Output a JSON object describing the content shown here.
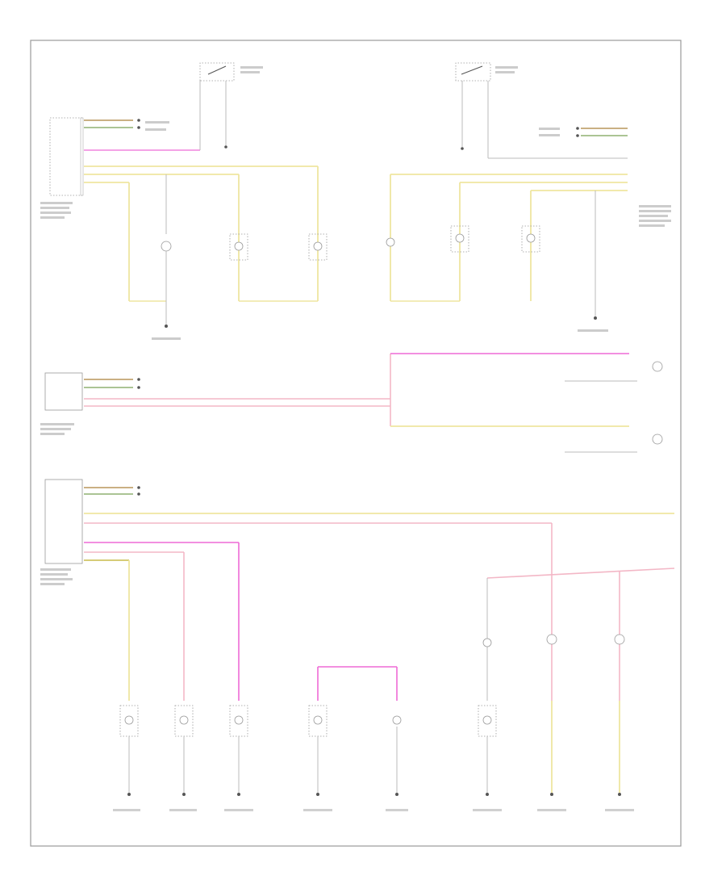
{
  "diagram": {
    "footer_code": "",
    "colors": {
      "frame": "#9a9a9a",
      "wire_yellow": "#efe6a0",
      "wire_yellow_dark": "#c9bc4a",
      "wire_pink": "#f3b7c6",
      "wire_magenta": "#ee6ad6",
      "wire_brown": "#b8965a",
      "wire_green": "#8fb070",
      "wire_gray": "#999999",
      "ink": "#555555"
    },
    "modules": [
      {
        "id": "front-left-module",
        "icon": "control-module-icon"
      },
      {
        "id": "center-module",
        "icon": "control-module-icon"
      },
      {
        "id": "lower-left-module",
        "icon": "control-module-icon"
      }
    ],
    "switches": [
      {
        "id": "switch-top-left",
        "icon": "switch-icon"
      },
      {
        "id": "switch-top-right",
        "icon": "switch-icon"
      }
    ],
    "lamps": [
      {
        "id": "lamp-upper-1",
        "icon": "bulb-icon"
      },
      {
        "id": "lamp-upper-2",
        "icon": "bulb-icon"
      },
      {
        "id": "lamp-upper-3",
        "icon": "bulb-icon"
      },
      {
        "id": "lamp-upper-4",
        "icon": "bulb-icon"
      },
      {
        "id": "lamp-upper-5",
        "icon": "bulb-icon"
      },
      {
        "id": "lamp-upper-6",
        "icon": "bulb-icon"
      },
      {
        "id": "lamp-lower-1",
        "icon": "bulb-icon"
      },
      {
        "id": "lamp-lower-2",
        "icon": "bulb-icon"
      },
      {
        "id": "lamp-lower-3",
        "icon": "bulb-icon"
      },
      {
        "id": "lamp-lower-4",
        "icon": "bulb-icon"
      },
      {
        "id": "lamp-lower-5",
        "icon": "bulb-icon"
      },
      {
        "id": "lamp-lower-6",
        "icon": "bulb-icon"
      },
      {
        "id": "lamp-lower-7",
        "icon": "bulb-icon"
      },
      {
        "id": "lamp-lower-8",
        "icon": "bulb-icon"
      }
    ],
    "grounds": 12
  }
}
